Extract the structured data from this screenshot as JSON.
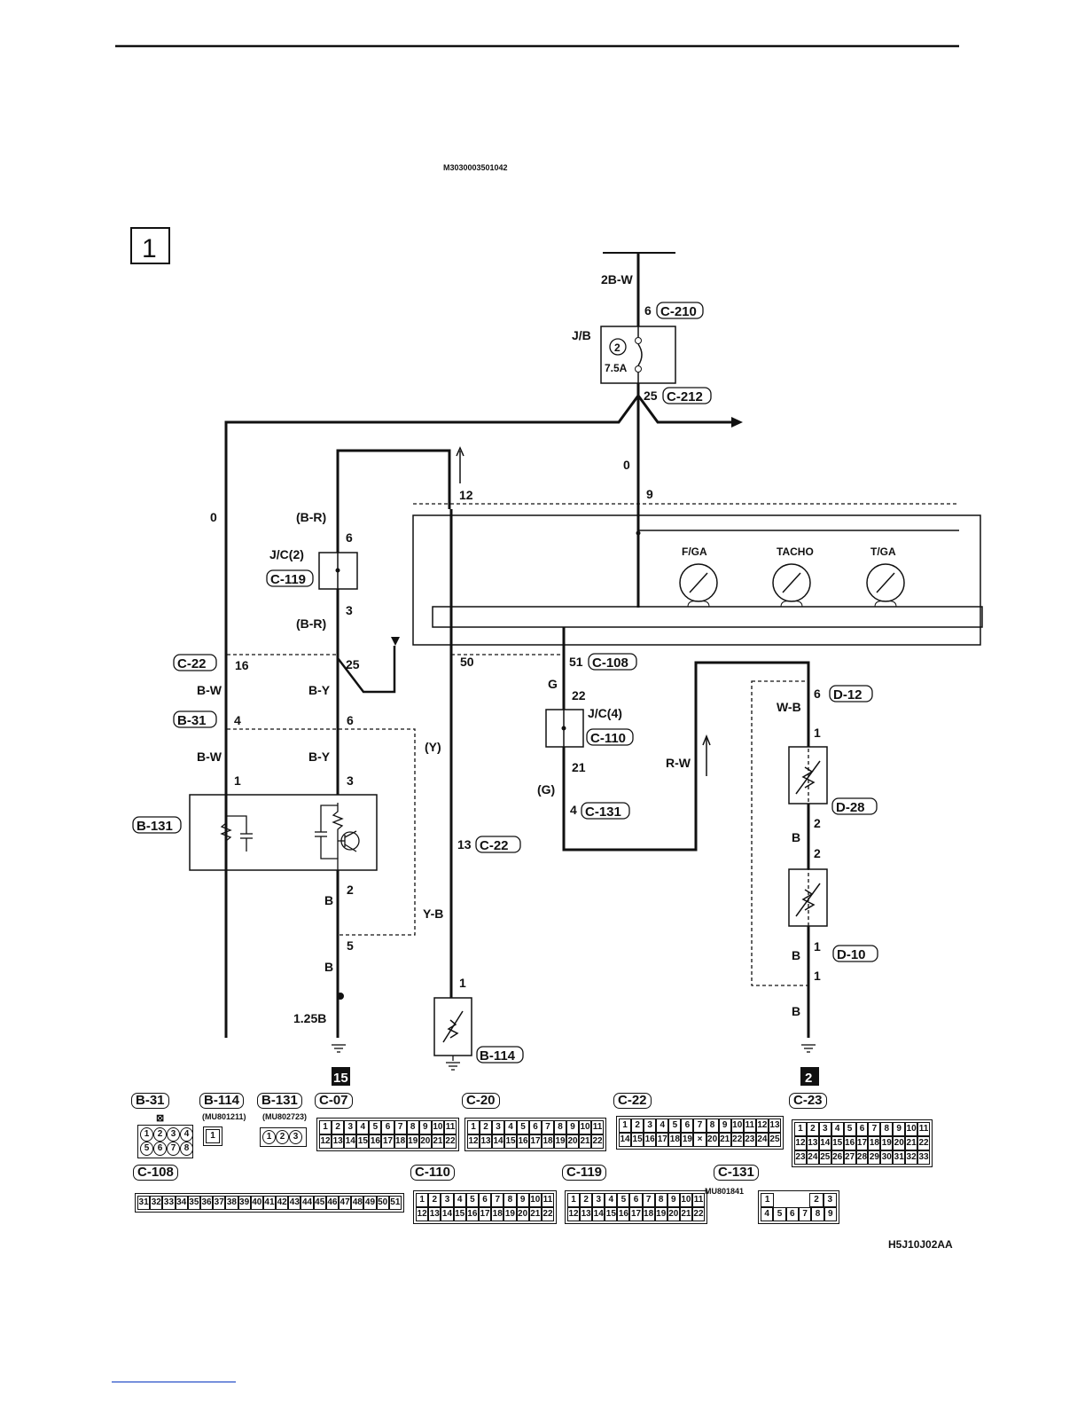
{
  "header": {
    "doc_code": "M3030003501042",
    "figure_code": "H5J10J02AA"
  },
  "section_number": "1",
  "ground_refs": {
    "left": "15",
    "right": "2"
  },
  "power": {
    "wire_top": "2B-W",
    "pin_in": "6",
    "conn_in": "C-210",
    "jb_label": "J/B",
    "fuse_no": "2",
    "fuse_rating": "7.5A",
    "pin_out": "25",
    "conn_out": "C-212"
  },
  "wires": {
    "left_wire": "0",
    "center_wire": "0",
    "meter_pin_9": "9",
    "meter_pin_12": "12",
    "br1": "(B-R)",
    "jc2_pin6": "6",
    "jc2_label": "J/C(2)",
    "jc2_conn": "C-119",
    "jc2_pin3": "3",
    "br2": "(B-R)",
    "c22_conn": "C-22",
    "c22_pin16": "16",
    "pin25": "25",
    "bw1": "B-W",
    "by1": "B-Y",
    "b31_conn": "B-31",
    "b31_pin4": "4",
    "b31_pin6": "6",
    "bw2": "B-W",
    "by2": "B-Y",
    "b131_pin1": "1",
    "b131_pin3": "3",
    "b131_conn": "B-131",
    "b131_pin2": "2",
    "b_wire1": "B",
    "pin5": "5",
    "b_wire2": "B",
    "ground_wire": "1.25B",
    "y_wire": "(Y)",
    "pin50": "50",
    "pin13": "13",
    "c22_conn2": "C-22",
    "yb_wire": "Y-B",
    "b114_pin1": "1",
    "b114_conn": "B-114",
    "pin51": "51",
    "c108_conn": "C-108",
    "g_wire": "G",
    "jc4_pin22": "22",
    "jc4_label": "J/C(4)",
    "jc4_conn": "C-110",
    "jc4_pin21": "21",
    "g_wire2": "(G)",
    "c131_pin4": "4",
    "c131_conn": "C-131",
    "rw_wire": "R-W",
    "d12_pin6": "6",
    "d12_conn": "D-12",
    "wb_wire": "W-B",
    "d28_pin1": "1",
    "d28_conn": "D-28",
    "d28_pin2": "2",
    "b_wire3": "B",
    "d10_pin2": "2",
    "d10_pin1": "1",
    "b_wire4": "B",
    "d10_conn": "D-10",
    "pin1b": "1",
    "b_wire5": "B"
  },
  "meter": {
    "gauges": [
      "F/GA",
      "TACHO",
      "T/GA"
    ]
  },
  "connectors": [
    {
      "name": "B-31",
      "rows": [
        [
          "1",
          "2",
          "3",
          "4"
        ],
        [
          "5",
          "6",
          "7",
          "8"
        ]
      ],
      "marker": "⊠"
    },
    {
      "name": "B-114",
      "part_no": "(MU801211)",
      "rows": [
        [
          "1"
        ]
      ]
    },
    {
      "name": "B-131",
      "part_no": "(MU802723)",
      "rows": [
        [
          "1",
          "2",
          "3"
        ]
      ]
    },
    {
      "name": "C-07",
      "rows": [
        [
          "1",
          "2",
          "3",
          "4",
          "5",
          "6",
          "7",
          "8",
          "9",
          "10",
          "11"
        ],
        [
          "12",
          "13",
          "14",
          "15",
          "16",
          "17",
          "18",
          "19",
          "20",
          "21",
          "22"
        ]
      ]
    },
    {
      "name": "C-20",
      "rows": [
        [
          "1",
          "2",
          "3",
          "4",
          "5",
          "6",
          "7",
          "8",
          "9",
          "10",
          "11"
        ],
        [
          "12",
          "13",
          "14",
          "15",
          "16",
          "17",
          "18",
          "19",
          "20",
          "21",
          "22"
        ]
      ]
    },
    {
      "name": "C-22",
      "rows": [
        [
          "1",
          "2",
          "3",
          "4",
          "5",
          "6",
          "7",
          "8",
          "9",
          "10",
          "11",
          "12",
          "13"
        ],
        [
          "14",
          "15",
          "16",
          "17",
          "18",
          "19",
          "×",
          "20",
          "21",
          "22",
          "23",
          "24",
          "25"
        ]
      ]
    },
    {
      "name": "C-23",
      "rows": [
        [
          "1",
          "2",
          "3",
          "4",
          "5",
          "6",
          "7",
          "8",
          "9",
          "10",
          "11"
        ],
        [
          "12",
          "13",
          "14",
          "15",
          "16",
          "17",
          "18",
          "19",
          "20",
          "21",
          "22"
        ],
        [
          "23",
          "24",
          "25",
          "26",
          "27",
          "28",
          "29",
          "30",
          "31",
          "32",
          "33"
        ]
      ]
    },
    {
      "name": "C-108",
      "rows": [
        [
          "31",
          "32",
          "33",
          "34",
          "35",
          "36",
          "37",
          "38",
          "39",
          "40",
          "41",
          "42",
          "43",
          "44",
          "45",
          "46",
          "47",
          "48",
          "49",
          "50",
          "51"
        ]
      ]
    },
    {
      "name": "C-110",
      "rows": [
        [
          "1",
          "2",
          "3",
          "4",
          "5",
          "6",
          "7",
          "8",
          "9",
          "10",
          "11"
        ],
        [
          "12",
          "13",
          "14",
          "15",
          "16",
          "17",
          "18",
          "19",
          "20",
          "21",
          "22"
        ]
      ]
    },
    {
      "name": "C-119",
      "rows": [
        [
          "1",
          "2",
          "3",
          "4",
          "5",
          "6",
          "7",
          "8",
          "9",
          "10",
          "11"
        ],
        [
          "12",
          "13",
          "14",
          "15",
          "16",
          "17",
          "18",
          "19",
          "20",
          "21",
          "22"
        ]
      ]
    },
    {
      "name": "C-131",
      "part_no": "MU801841",
      "rows": [
        [
          "1",
          "",
          "",
          "",
          "2",
          "3"
        ],
        [
          "4",
          "5",
          "6",
          "7",
          "8",
          "9"
        ]
      ]
    }
  ]
}
